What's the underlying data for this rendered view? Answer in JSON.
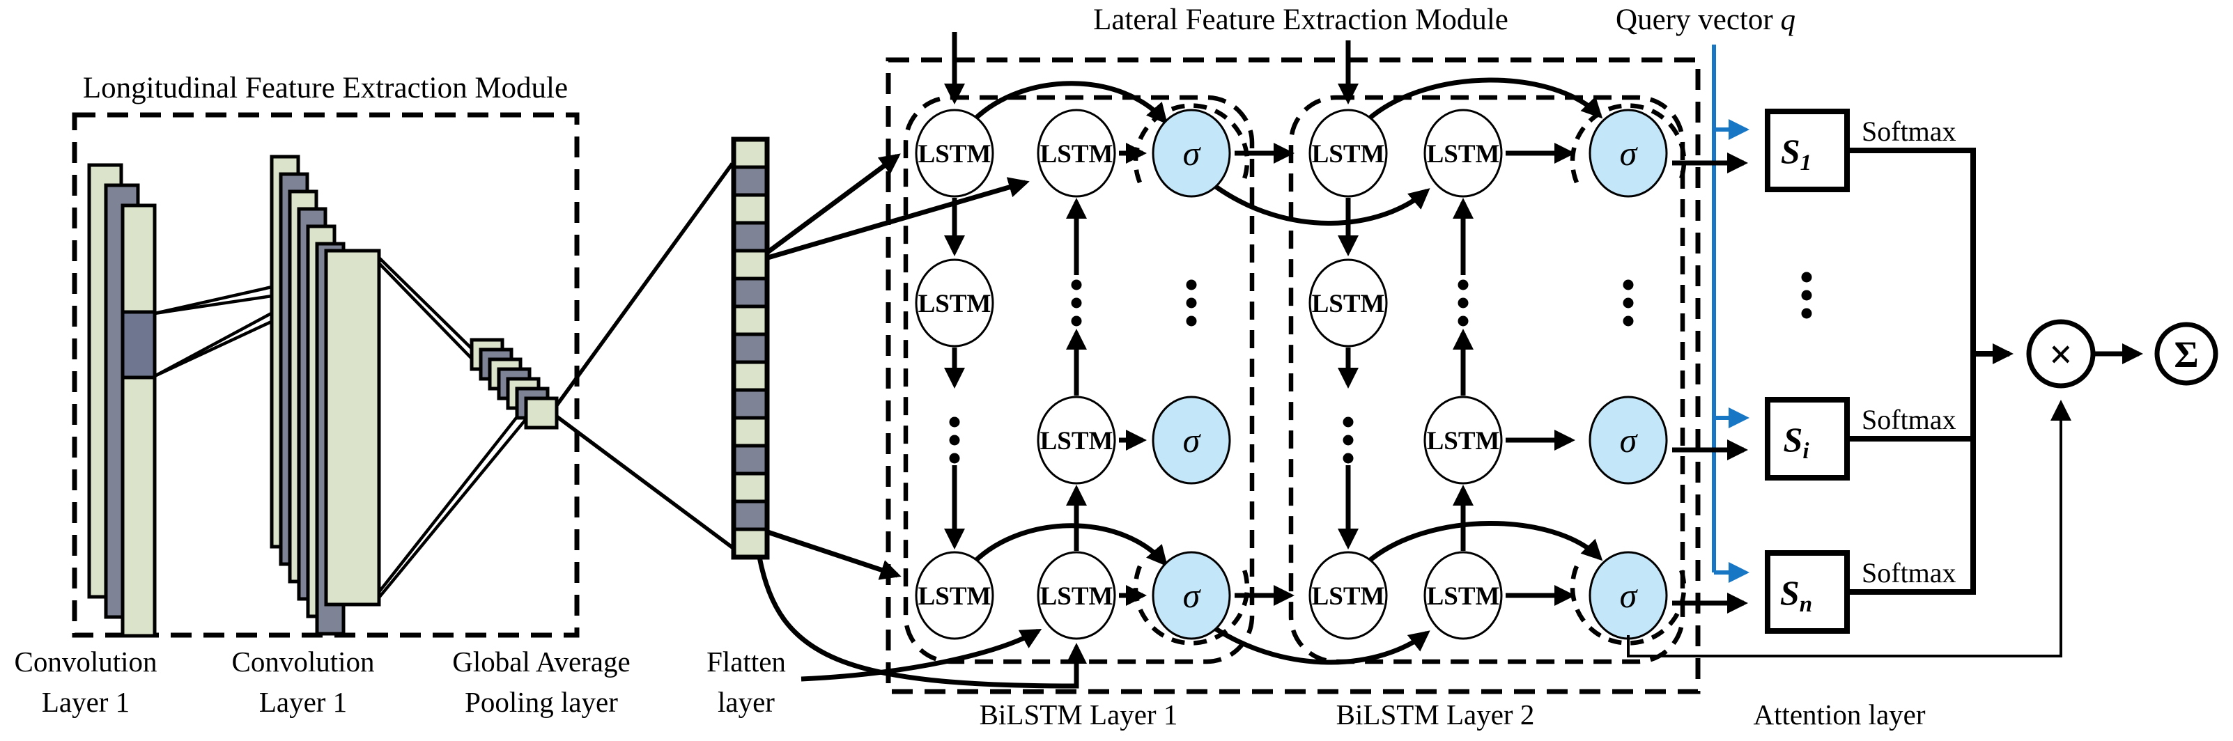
{
  "titles": {
    "longitudinal": "Longitudinal Feature Extraction Module",
    "lateral": "Lateral Feature Extraction Module",
    "query_prefix": "Query vector ",
    "query_var": "q"
  },
  "bottom_labels": {
    "conv1_line1": "Convolution",
    "conv1_line2": "Layer 1",
    "conv2_line1": "Convolution",
    "conv2_line2": "Layer 1",
    "gap_line1": "Global Average",
    "gap_line2": "Pooling layer",
    "flatten_line1": "Flatten",
    "flatten_line2": "layer",
    "bilstm1": "BiLSTM Layer 1",
    "bilstm2": "BiLSTM Layer 2",
    "attention": "Attention layer"
  },
  "nodes": {
    "lstm": "LSTM",
    "sigma": "σ",
    "multiply": "×",
    "sum": "Σ"
  },
  "attention": {
    "s_main": "S",
    "subs": [
      "1",
      "i",
      "n"
    ],
    "softmax": "Softmax"
  },
  "colors": {
    "sigma_fill": "#C3E6F9",
    "slab_green": "#DBE3CA",
    "slab_gray": "#7E8496",
    "patch_gray": "#6F7690",
    "accent_blue": "#1877C5",
    "line_black": "#000000"
  }
}
